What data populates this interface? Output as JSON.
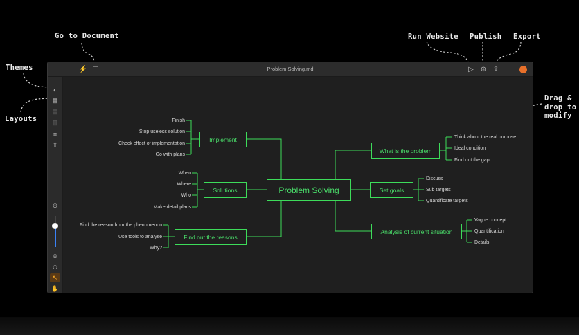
{
  "callouts": {
    "go_to_document": "Go to Document",
    "themes": "Themes",
    "layouts": "Layouts",
    "run_website": "Run Website",
    "publish": "Publish",
    "export": "Export",
    "drag_drop": "Drag &\ndrop to\nmodify"
  },
  "window": {
    "title": "Problem Solving.md"
  },
  "mindmap": {
    "root": "Problem Solving",
    "branches": [
      {
        "label": "Implement",
        "children": [
          "Finish",
          "Stop useless solution",
          "Check effect of implementation",
          "Go with plans"
        ]
      },
      {
        "label": "Solutions",
        "children": [
          "When",
          "Where",
          "Who",
          "Make detail plans"
        ]
      },
      {
        "label": "Find out the reasons",
        "children": [
          "Find the reason from the phenomenon",
          "Use tools to analyse",
          "Why?"
        ]
      },
      {
        "label": "What is the problem",
        "children": [
          "Think about the real purpose",
          "Ideal condition",
          "Find out the gap"
        ]
      },
      {
        "label": "Set goals",
        "children": [
          "Discuss",
          "Sub targets",
          "Quantificate targets"
        ]
      },
      {
        "label": "Analysis of current situation",
        "children": [
          "Vague concept",
          "Quantification",
          "Details"
        ]
      }
    ]
  },
  "colors": {
    "accent": "#3ddc5a",
    "slider": "#3b82f6",
    "pointer_active": "#f5a524"
  }
}
